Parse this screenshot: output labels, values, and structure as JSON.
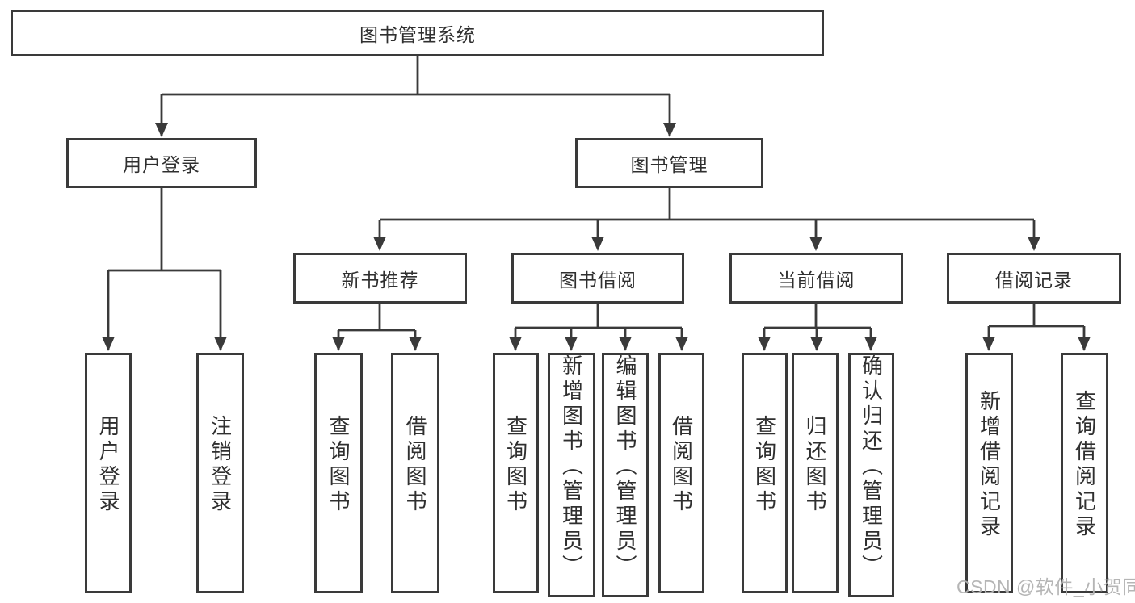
{
  "diagram_title": "图书管理系统",
  "tree": {
    "label": "图书管理系统",
    "children": [
      {
        "label": "用户登录",
        "children": [
          {
            "label": "用户登录"
          },
          {
            "label": "注销登录"
          }
        ]
      },
      {
        "label": "图书管理",
        "children": [
          {
            "label": "新书推荐",
            "children": [
              {
                "label": "查询图书"
              },
              {
                "label": "借阅图书"
              }
            ]
          },
          {
            "label": "图书借阅",
            "children": [
              {
                "label": "查询图书"
              },
              {
                "label": "新增图书（管理员）"
              },
              {
                "label": "编辑图书（管理员）"
              },
              {
                "label": "借阅图书"
              }
            ]
          },
          {
            "label": "当前借阅",
            "children": [
              {
                "label": "查询图书"
              },
              {
                "label": "归还图书"
              },
              {
                "label": "确认归还（管理员）"
              }
            ]
          },
          {
            "label": "借阅记录",
            "children": [
              {
                "label": "新增借阅记录"
              },
              {
                "label": "查询借阅记录"
              }
            ]
          }
        ]
      }
    ]
  },
  "watermark": {
    "text": "CSDN @软件_小贺同学"
  },
  "colors": {
    "line": "#3a3a3a",
    "box_border": "#3a3a3a",
    "text": "#2f2f2f",
    "background": "#ffffff",
    "watermark": "#b2b2b2"
  }
}
